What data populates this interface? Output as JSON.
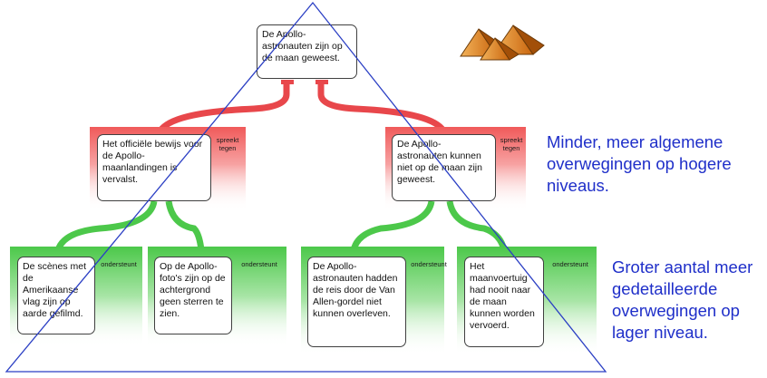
{
  "root": {
    "text": "De Apollo-astronauten zijn op de maan geweest."
  },
  "objections": [
    {
      "text": "Het officiële bewijs voor de Apollo-maanlandingen is vervalst.",
      "tag": "spreekt tegen"
    },
    {
      "text": "De Apollo-astronauten kunnen niet op de maan zijn geweest.",
      "tag": "spreekt tegen"
    }
  ],
  "reasons": [
    {
      "text": "De scènes met de Amerikaanse vlag zijn op aarde gefilmd.",
      "tag": "ondersteunt"
    },
    {
      "text": "Op de Apollo-foto's zijn op de achtergrond geen sterren te zien.",
      "tag": "ondersteunt"
    },
    {
      "text": "De Apollo-astronauten hadden de reis door de Van Allen-gordel niet kunnen overleven.",
      "tag": "ondersteunt"
    },
    {
      "text": "Het maanvoertuig had nooit naar de maan kunnen worden vervoerd.",
      "tag": "ondersteunt"
    }
  ],
  "notes": {
    "top": "Minder, meer algemene overwegingen op hogere niveaus.",
    "bottom": "Groter aantal meer gedetailleerde overwegingen op lager niveau."
  },
  "colors": {
    "objection": "#e8474b",
    "support": "#4cc84a",
    "triangle": "#2b3fc4",
    "notes": "#1f2fc9"
  },
  "icons": {
    "logo": "pyramids-icon"
  }
}
